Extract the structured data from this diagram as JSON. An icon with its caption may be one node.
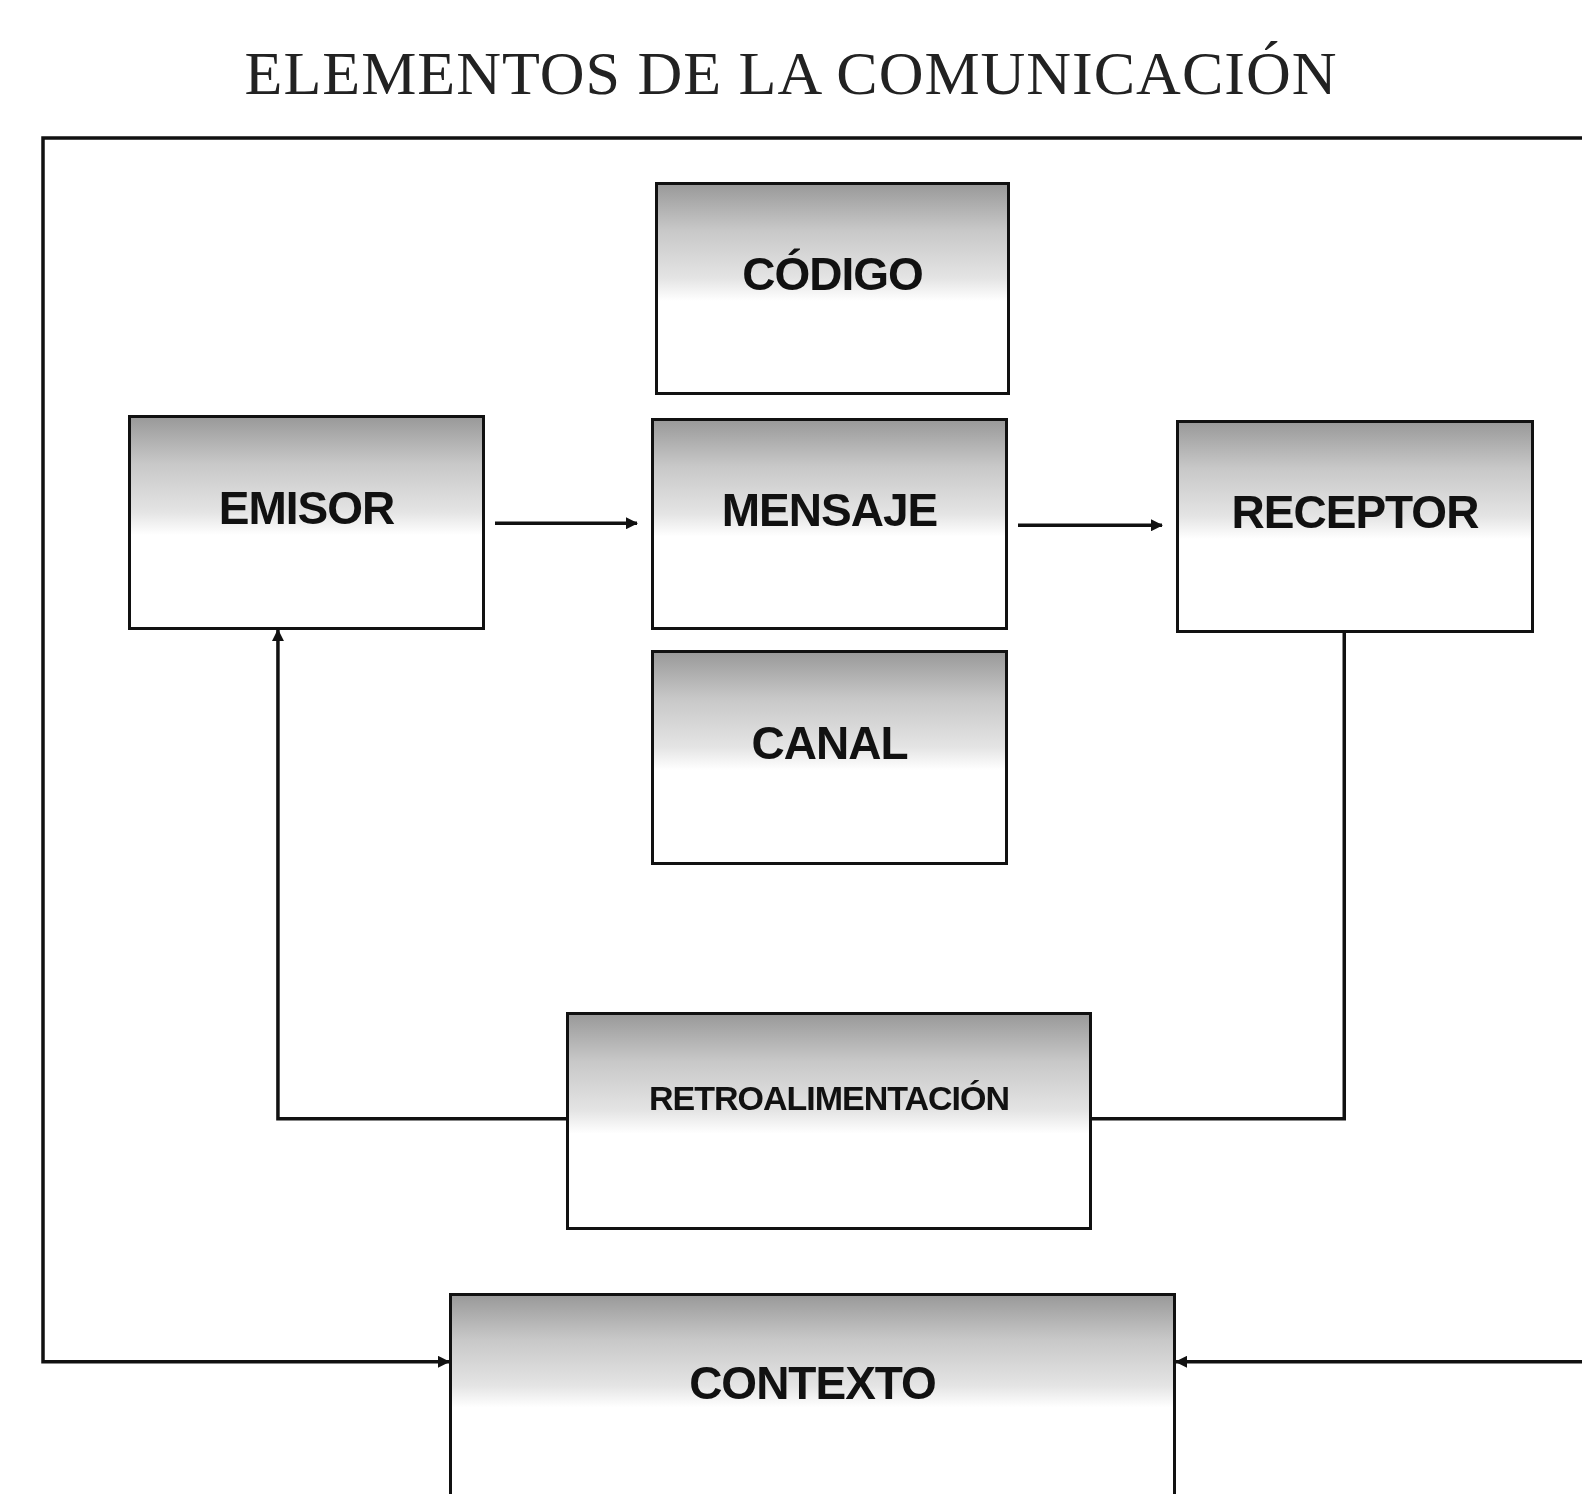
{
  "diagram": {
    "title": "ELEMENTOS DE LA COMUNICACIÓN",
    "nodes": [
      {
        "text": [
          "CÓDIGO"
        ]
      },
      {
        "text": [
          "EMISOR"
        ]
      },
      {
        "text": [
          "MENSAJE"
        ]
      },
      {
        "text": [
          "RECEPTOR"
        ]
      },
      {
        "text": [
          "CANAL"
        ]
      },
      {
        "text": [
          "RETROALIMENTACIÓN"
        ]
      },
      {
        "text": [
          "CONTEXTO"
        ]
      }
    ],
    "edges": [
      {
        "from": 1,
        "to": 2,
        "arrow": "to"
      },
      {
        "from": 2,
        "to": 3,
        "arrow": "to"
      },
      {
        "from": 3,
        "to": 5,
        "arrow": "none"
      },
      {
        "from": 5,
        "to": 1,
        "arrow": "to"
      },
      {
        "from": null,
        "to": 6,
        "arrow": "to"
      },
      {
        "from": null,
        "to": 6,
        "arrow": "to"
      }
    ]
  }
}
